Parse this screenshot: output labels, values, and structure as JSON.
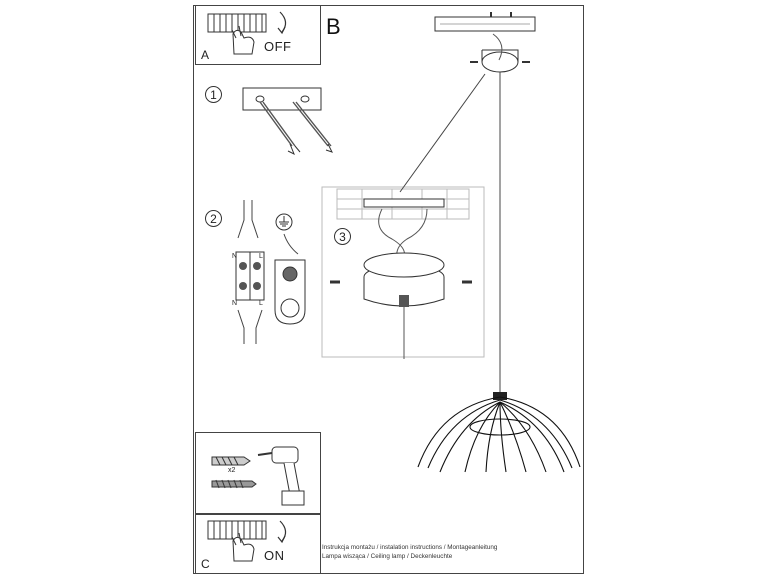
{
  "panels": {
    "power_off": {
      "label": "A",
      "state": "OFF"
    },
    "power_on": {
      "label": "C",
      "state": "ON"
    },
    "main_view": {
      "label": "B"
    }
  },
  "steps": [
    {
      "number": "1"
    },
    {
      "number": "2"
    },
    {
      "number": "3"
    }
  ],
  "wiring": {
    "neutral": "N",
    "live": "L"
  },
  "tools": {
    "anchor_count": "x2"
  },
  "caption": {
    "line1": "Instrukcja montażu / instalation instructions / Montageanleitung",
    "line2": "Lampa wisząca / Ceiling lamp  / Deckenleuchte"
  }
}
